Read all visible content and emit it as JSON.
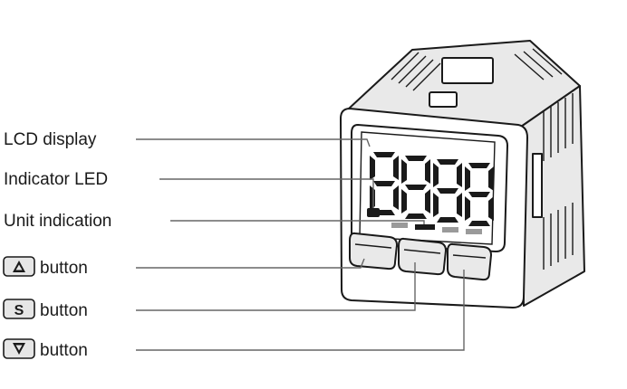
{
  "labels": {
    "lcd_display": "LCD display",
    "indicator_led": "Indicator LED",
    "unit_indication": "Unit indication",
    "up_button": "button",
    "set_button": "button",
    "down_button": "button"
  },
  "keys": {
    "set_key": "S"
  },
  "icons": {
    "up_key": "triangle-up-icon",
    "set_key": "s-key-icon",
    "down_key": "triangle-down-icon"
  }
}
